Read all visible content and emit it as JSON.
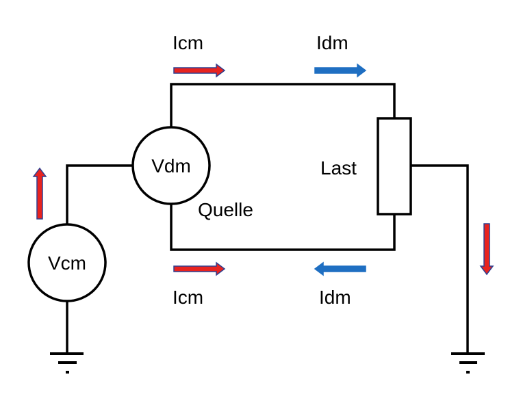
{
  "diagram": {
    "type": "circuit",
    "colors": {
      "common_mode_arrow": "#e8231f",
      "common_mode_arrow_outline": "#2f3f8f",
      "differential_mode_arrow": "#1f6fc2",
      "wire": "#000000"
    },
    "labels": {
      "icm_top": "Icm",
      "idm_top": "Idm",
      "icm_bottom": "Icm",
      "idm_bottom": "Idm",
      "vdm_source": "Vdm",
      "vcm_source": "Vcm",
      "source_label": "Quelle",
      "load_label": "Last"
    },
    "components": [
      {
        "id": "vdm",
        "kind": "voltage-source",
        "label": "Vdm"
      },
      {
        "id": "vcm",
        "kind": "voltage-source",
        "label": "Vcm"
      },
      {
        "id": "load",
        "kind": "resistor",
        "label": "Last"
      },
      {
        "id": "ground-left",
        "kind": "ground"
      },
      {
        "id": "ground-right",
        "kind": "ground"
      }
    ],
    "arrows": [
      {
        "id": "icm-top-arrow",
        "current": "Icm",
        "direction": "right",
        "mode": "common"
      },
      {
        "id": "idm-top-arrow",
        "current": "Idm",
        "direction": "right",
        "mode": "differential"
      },
      {
        "id": "icm-bottom-arrow",
        "current": "Icm",
        "direction": "right",
        "mode": "common"
      },
      {
        "id": "idm-bottom-arrow",
        "current": "Idm",
        "direction": "left",
        "mode": "differential"
      },
      {
        "id": "cm-left-arrow",
        "current": "Icm",
        "direction": "up",
        "mode": "common"
      },
      {
        "id": "cm-right-arrow",
        "current": "Icm",
        "direction": "down",
        "mode": "common"
      }
    ]
  }
}
